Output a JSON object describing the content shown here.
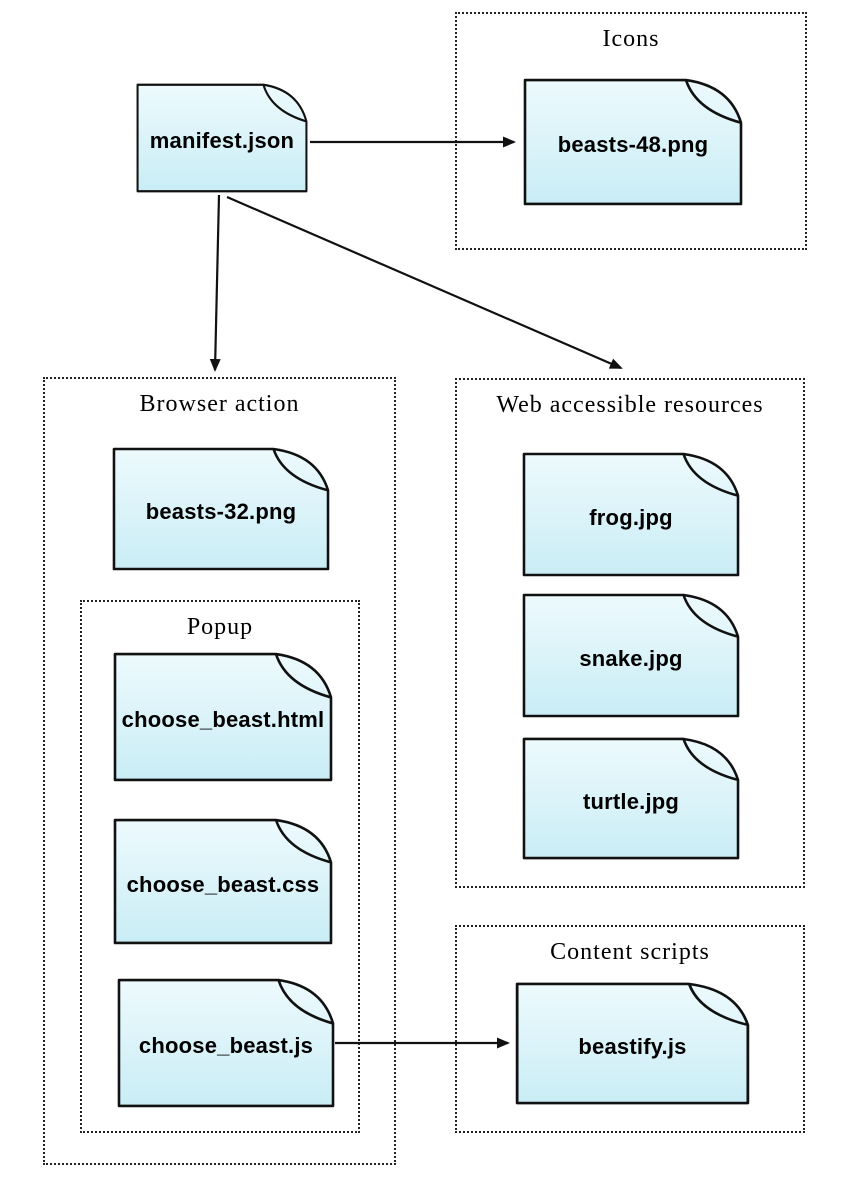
{
  "diagram": {
    "groups": {
      "icons": {
        "label": "Icons"
      },
      "browser_action": {
        "label": "Browser action"
      },
      "popup": {
        "label": "Popup"
      },
      "web_accessible": {
        "label": "Web accessible resources"
      },
      "content_scripts": {
        "label": "Content scripts"
      }
    },
    "nodes": {
      "manifest": {
        "label": "manifest.json"
      },
      "beasts48": {
        "label": "beasts-48.png"
      },
      "beasts32": {
        "label": "beasts-32.png"
      },
      "choose_html": {
        "label": "choose_beast.html"
      },
      "choose_css": {
        "label": "choose_beast.css"
      },
      "choose_js": {
        "label": "choose_beast.js"
      },
      "frog": {
        "label": "frog.jpg"
      },
      "snake": {
        "label": "snake.jpg"
      },
      "turtle": {
        "label": "turtle.jpg"
      },
      "beastify": {
        "label": "beastify.js"
      }
    },
    "edges": [
      {
        "from": "manifest.json",
        "to": "beasts-48.png"
      },
      {
        "from": "manifest.json",
        "to": "Browser action"
      },
      {
        "from": "manifest.json",
        "to": "Web accessible resources"
      },
      {
        "from": "choose_beast.js",
        "to": "beastify.js"
      }
    ],
    "colors": {
      "node_fill_top": "#edfafd",
      "node_fill_bottom": "#c9edf5",
      "node_border": "#111111",
      "arrow": "#111111",
      "group_border": "#222222",
      "label_color": "#000000"
    }
  }
}
